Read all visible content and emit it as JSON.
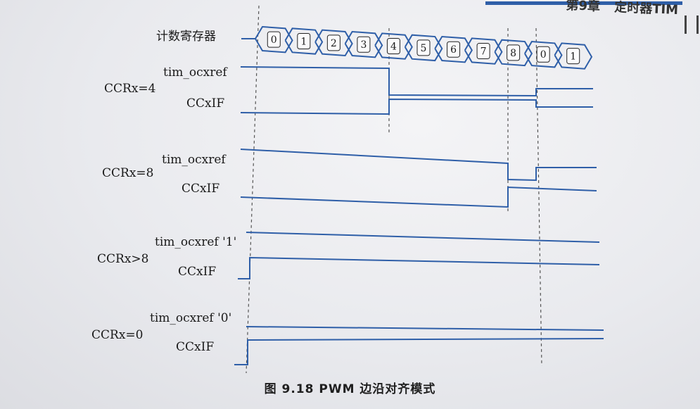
{
  "header": {
    "chapter": "第9章",
    "title": "定时器TIM"
  },
  "counter": {
    "label": "计数寄存器",
    "values": [
      "0",
      "1",
      "2",
      "3",
      "4",
      "5",
      "6",
      "7",
      "8",
      "0",
      "1"
    ]
  },
  "groups": [
    {
      "condition": "CCRx=4",
      "ref_label": "tim_ocxref",
      "flag_label": "CCxIF"
    },
    {
      "condition": "CCRx=8",
      "ref_label": "tim_ocxref",
      "flag_label": "CCxIF"
    },
    {
      "condition": "CCRx>8",
      "ref_label": "tim_ocxref '1'",
      "flag_label": "CCxIF"
    },
    {
      "condition": "CCRx=0",
      "ref_label": "tim_ocxref '0'",
      "flag_label": "CCxIF"
    }
  ],
  "caption": "图 9.18   PWM 边沿对齐模式",
  "colors": {
    "signal": "#2f5fa8",
    "text": "#1a1a1a",
    "dash": "#555555"
  }
}
